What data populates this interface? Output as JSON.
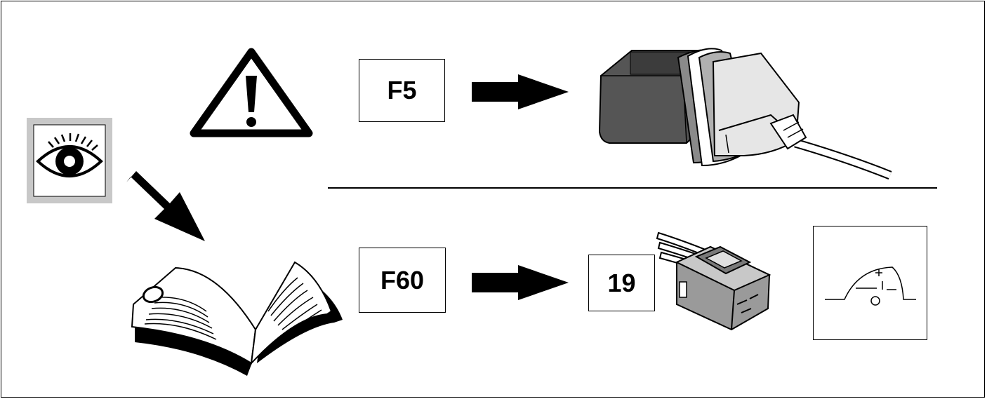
{
  "fuse_top": {
    "label": "F5"
  },
  "fuse_bottom": {
    "label": "F60"
  },
  "connector": {
    "label": "19"
  },
  "icons": {
    "warning": "warning-triangle-icon",
    "eye": "eye-icon",
    "manual": "open-book-icon",
    "battery_vehicle": "vehicle-battery-icon",
    "obd_connector": "diagnostic-plug-icon",
    "wire_connector": "wiring-connector-icon",
    "arrow": "arrow-right-icon"
  }
}
